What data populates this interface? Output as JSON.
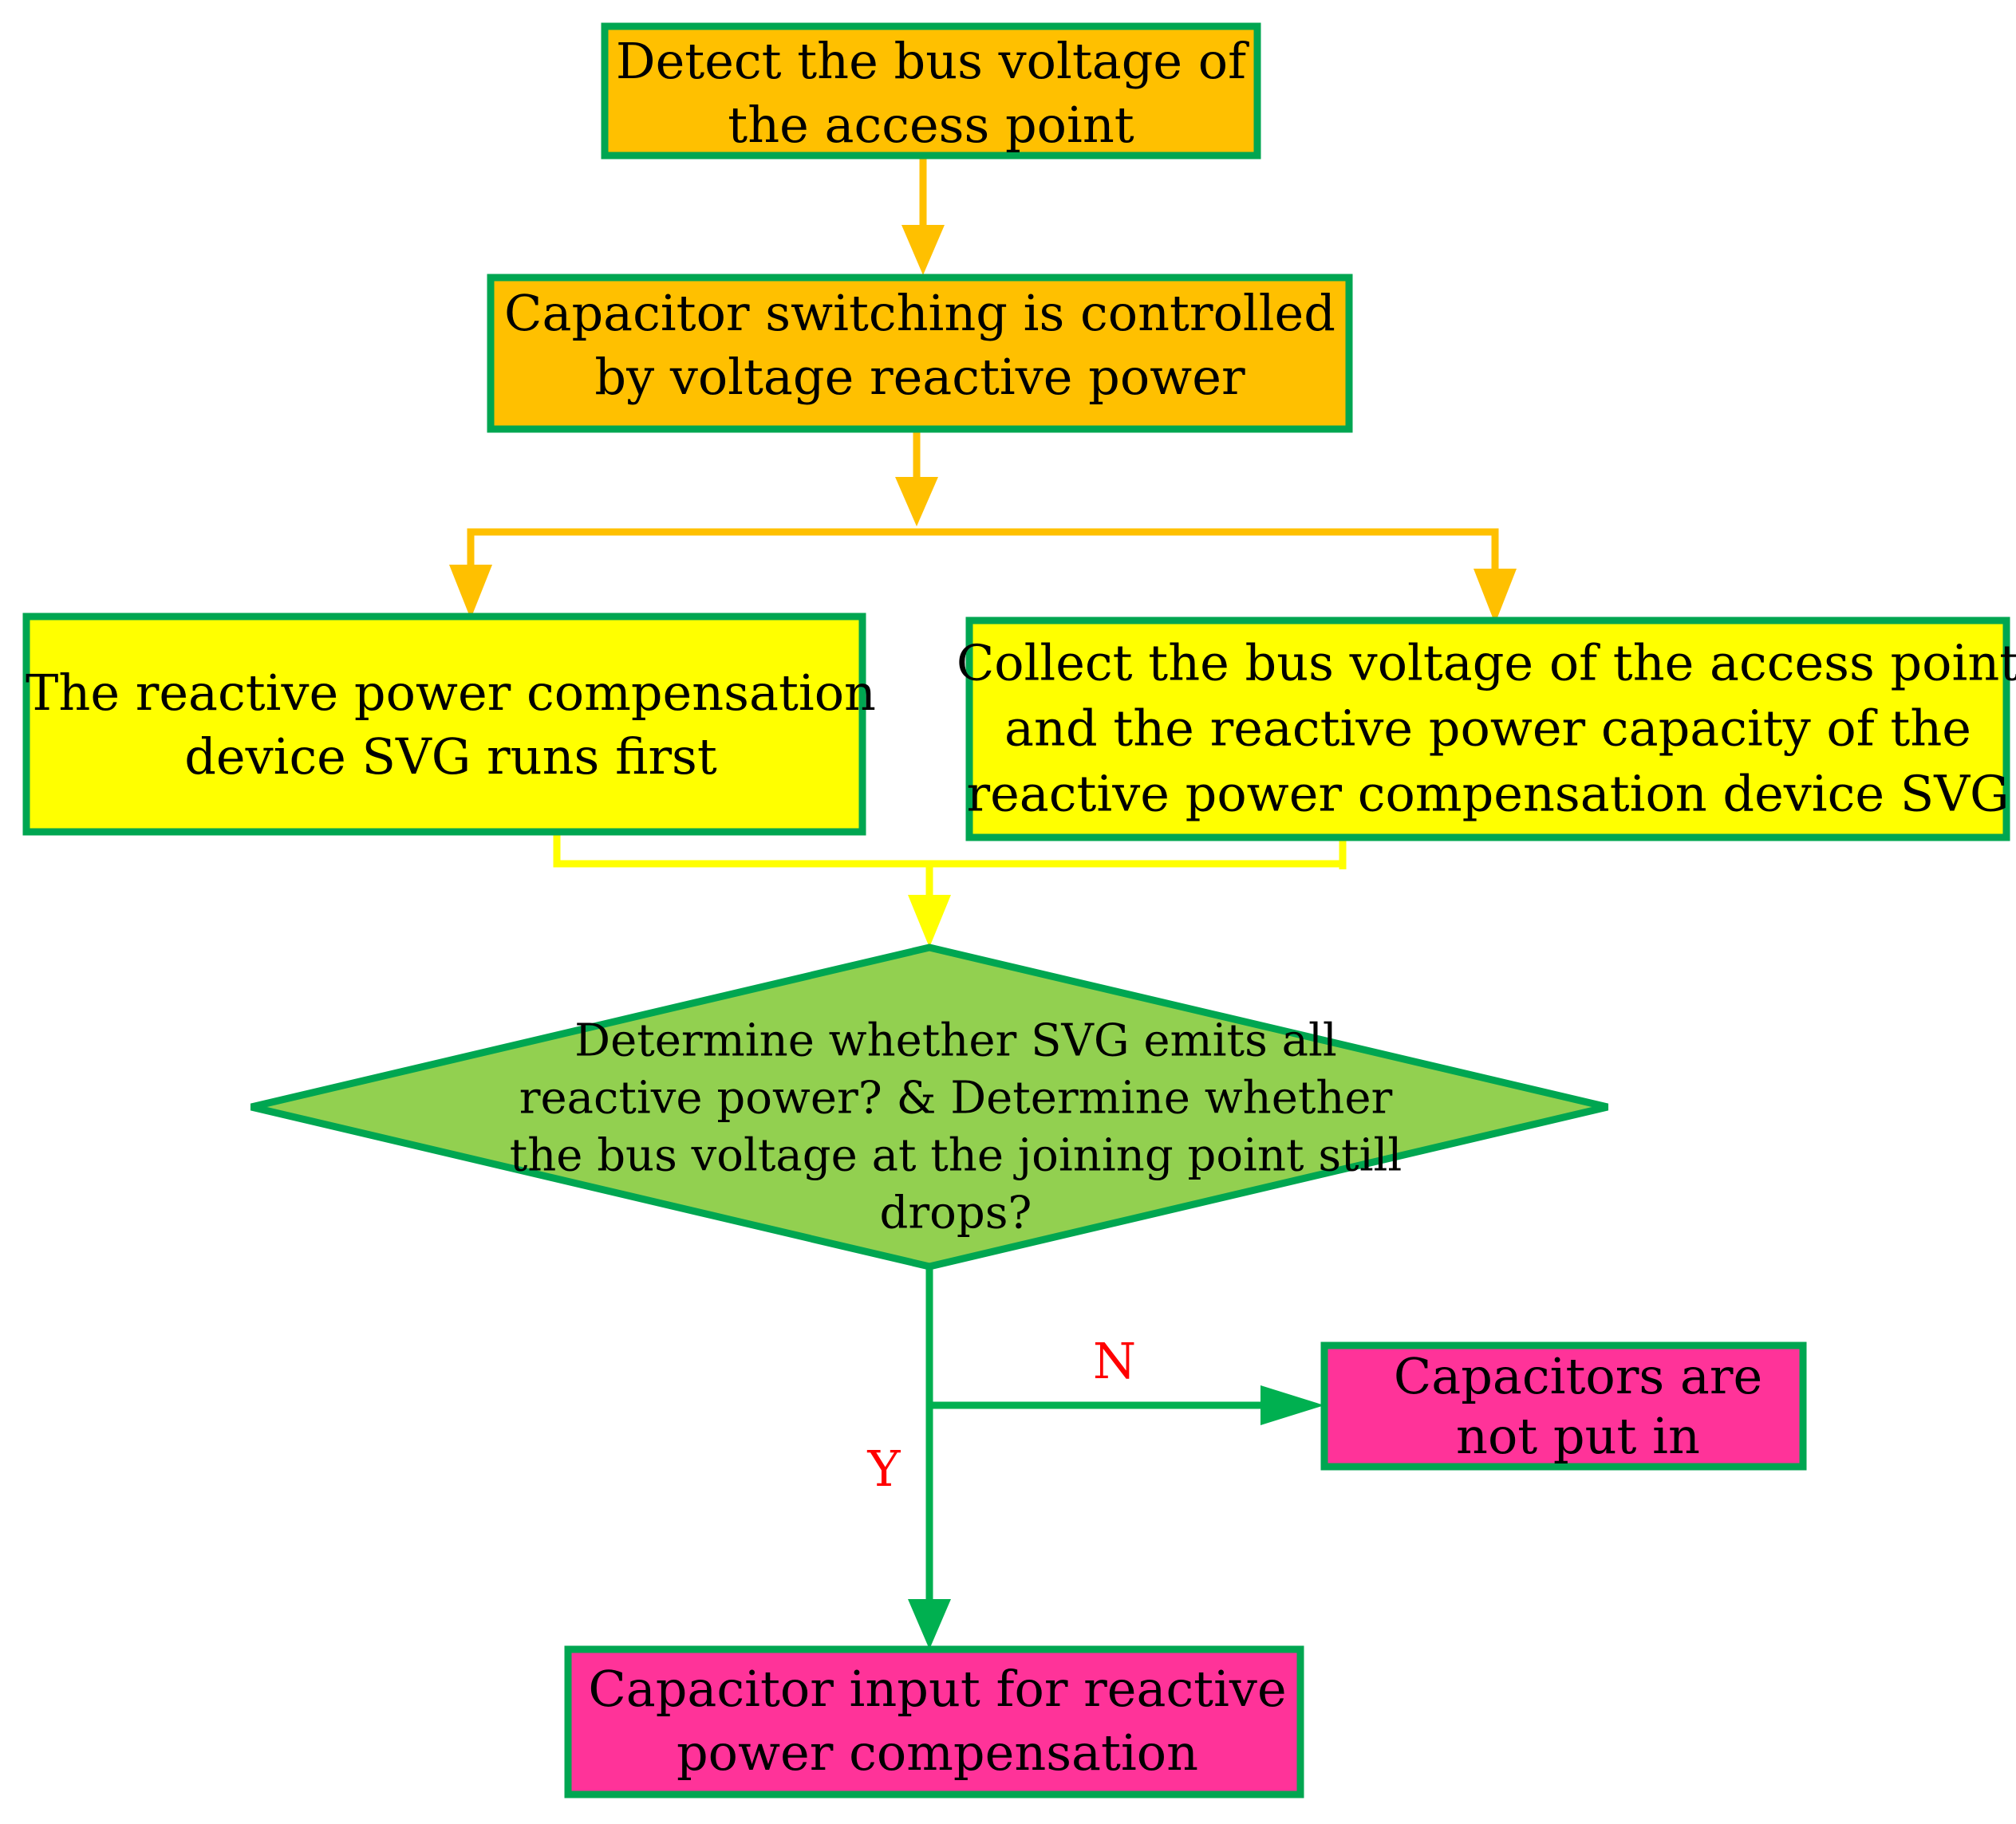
{
  "colors": {
    "border": "#00a651",
    "orange_fill": "#ffc000",
    "yellow_fill": "#ffff00",
    "green_fill": "#92d050",
    "pink_fill": "#ff3399",
    "orange_line": "#ffc000",
    "yellow_line": "#ffff00",
    "green_line": "#00b050",
    "label_red": "#ff0000"
  },
  "nodes": {
    "detect": {
      "lines": [
        "Detect the bus voltage of",
        "the access point"
      ]
    },
    "capacitor_switching": {
      "lines": [
        "Capacitor switching is controlled",
        "by voltage reactive power"
      ]
    },
    "svg_runs": {
      "lines": [
        "The reactive power compensation",
        "device SVG runs first"
      ]
    },
    "collect": {
      "lines": [
        "Collect the bus voltage of the access point",
        "and the reactive power capacity of the",
        "reactive power compensation device SVG"
      ]
    },
    "decision": {
      "lines": [
        "Determine whether SVG emits all",
        "reactive power? & Determine whether",
        "the bus voltage at the joining point still",
        "drops?"
      ]
    },
    "not_put_in": {
      "lines": [
        "Capacitors are",
        "not put in"
      ]
    },
    "capacitor_input": {
      "lines": [
        "Capacitor input for reactive",
        "power compensation"
      ]
    }
  },
  "branches": {
    "no": "N",
    "yes": "Y"
  }
}
